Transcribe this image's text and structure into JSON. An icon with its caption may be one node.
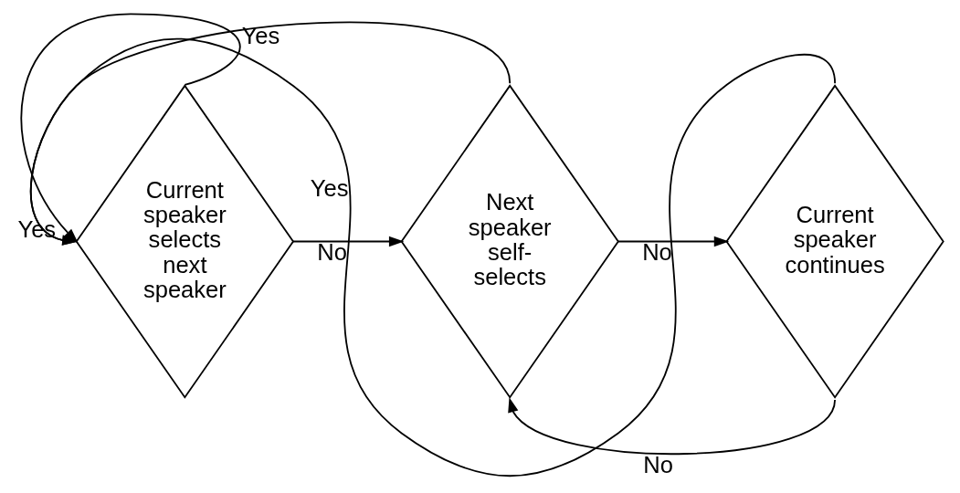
{
  "diagram": {
    "nodes": [
      {
        "text": [
          "Current speaker selects next speaker"
        ]
      },
      {
        "text": [
          "Next speaker self-selects"
        ]
      },
      {
        "text": [
          "Current speaker continues"
        ]
      }
    ],
    "edges": [
      {
        "from": 0,
        "to": 0,
        "arrow": "to",
        "label": "Yes"
      },
      {
        "from": 1,
        "to": 0,
        "arrow": "to",
        "label": "Yes"
      },
      {
        "from": 2,
        "to": 0,
        "arrow": "to",
        "label": "Yes"
      },
      {
        "from": 0,
        "to": 1,
        "arrow": "to",
        "label": "No"
      },
      {
        "from": 1,
        "to": 2,
        "arrow": "to",
        "label": "No"
      },
      {
        "from": 2,
        "to": 1,
        "arrow": "to",
        "label": "No"
      }
    ]
  }
}
